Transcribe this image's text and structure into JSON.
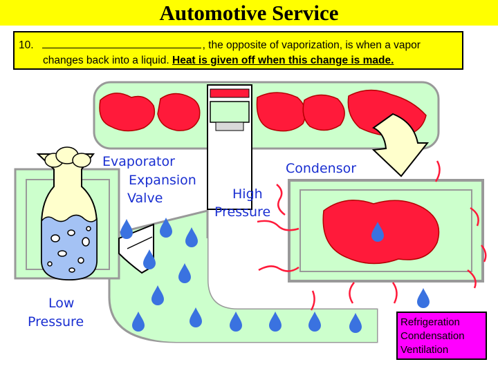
{
  "title": "Automotive Service",
  "question": {
    "number": "10.",
    "line1_rest": ", the opposite of vaporization, is when a vapor",
    "line2_plain": "changes back into a liquid.",
    "line2_emphasis": "Heat is given off when this change is made."
  },
  "diagram": {
    "labels": {
      "evaporator": "Evaporator",
      "expansion": "Expansion",
      "valve": "Valve",
      "condensor": "Condensor",
      "high": "High",
      "pressure_high": "Pressure",
      "low": "Low",
      "pressure_low": "Pressure"
    }
  },
  "answers": [
    "Refrigeration",
    "Condensation",
    "Ventilation"
  ],
  "colors": {
    "title_bar": "#ffff00",
    "question_box": "#ffff00",
    "answer_box": "#ff00ff",
    "pipe_fill": "#ccffcc",
    "pipe_stroke": "#999999",
    "vapor": "#ff1a3a",
    "droplet": "#3a72e0",
    "label_text": "#1a2fd1"
  }
}
